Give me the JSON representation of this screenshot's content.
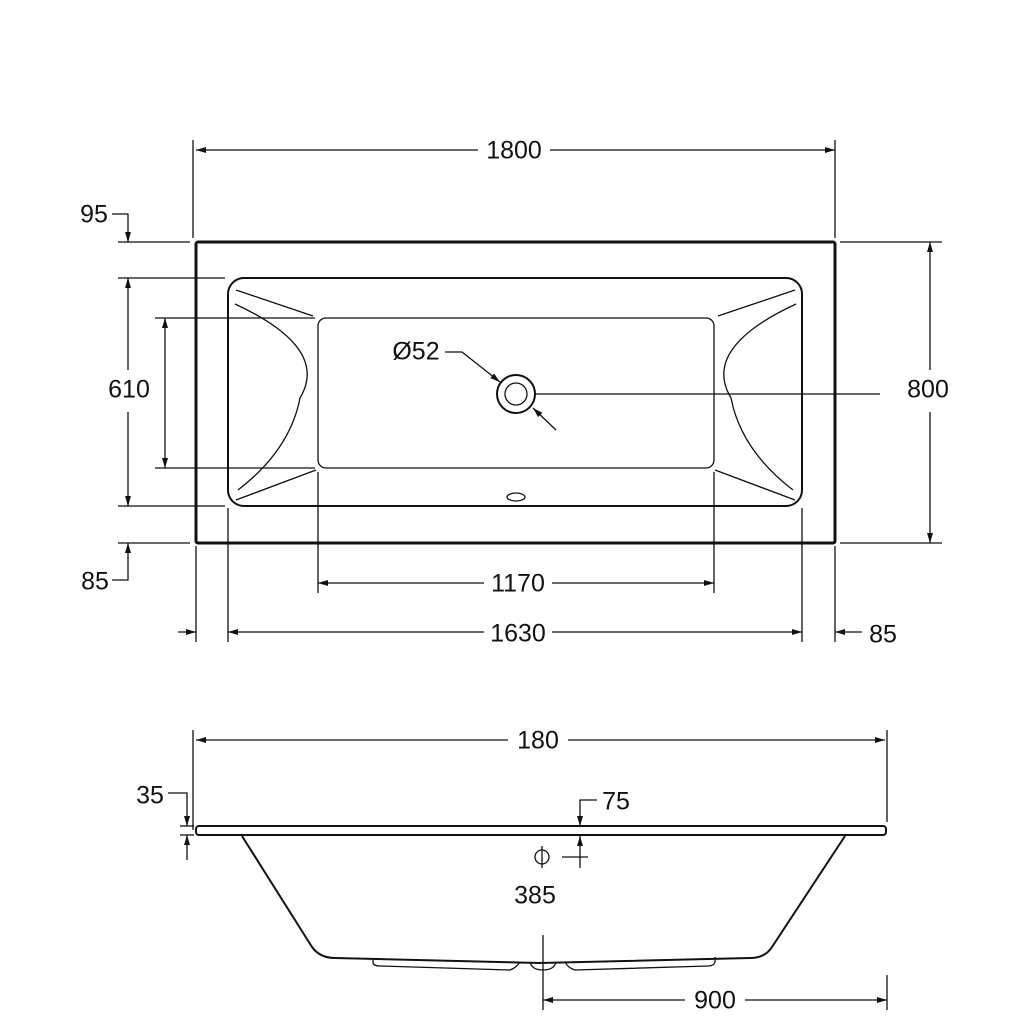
{
  "top_view": {
    "overall_length": "1800",
    "overall_width": "800",
    "top_rim": "95",
    "bottom_rim": "85",
    "inner_width": "610",
    "drain_diameter": "Ø52",
    "floor_length": "1170",
    "inner_length": "1630",
    "end_rim": "85"
  },
  "side_view": {
    "overall_length": "180",
    "rim_thickness": "35",
    "overflow_offset": "75",
    "overflow_height": "385",
    "drain_offset": "900"
  },
  "colors": {
    "line": "#111111",
    "background": "#ffffff"
  }
}
